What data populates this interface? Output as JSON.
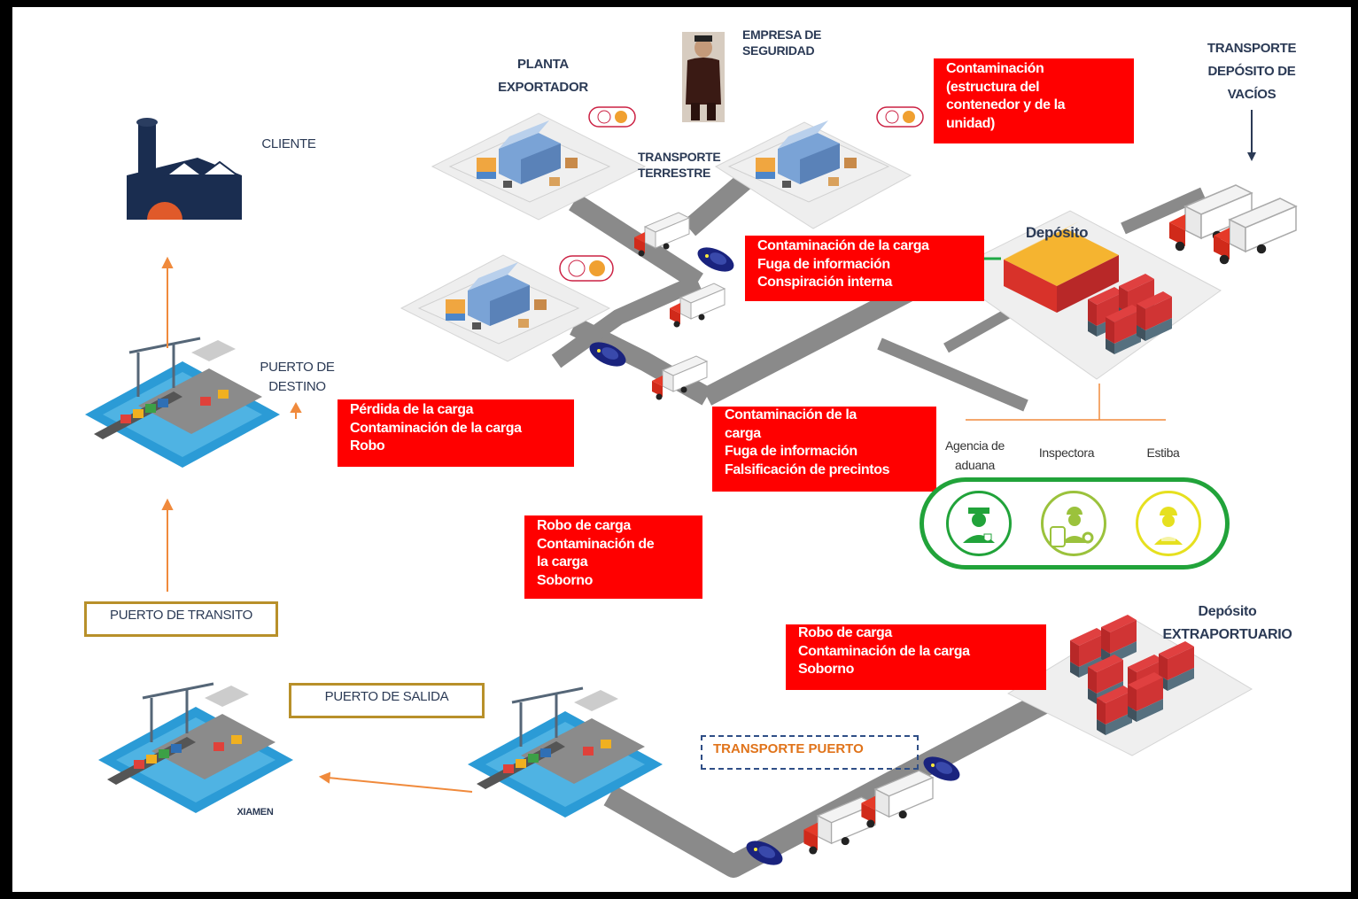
{
  "labels": {
    "empresa_seguridad": [
      "EMPRESA DE",
      "SEGURIDAD"
    ],
    "planta_exportador": [
      "PLANTA",
      "EXPORTADOR"
    ],
    "cliente": "CLIENTE",
    "transporte_terrestre": [
      "TRANSPORTE",
      "TERRESTRE"
    ],
    "transporte_deposito_vacios": [
      "TRANSPORTE",
      "DEPÓSITO DE",
      "VACÍOS"
    ],
    "deposito": "Depósito",
    "puerto_destino": [
      "PUERTO DE",
      "DESTINO"
    ],
    "agencia_aduana": [
      "Agencia de",
      "aduana"
    ],
    "inspectora": "Inspectora",
    "estiba": "Estiba",
    "deposito_extraportuario": [
      "Depósito",
      "EXTRAPORTUARIO"
    ],
    "puerto_transito": "PUERTO DE TRANSITO",
    "puerto_salida": "PUERTO DE SALIDA",
    "transporte_puerto": "TRANSPORTE PUERTO",
    "xiamen": "XIAMEN"
  },
  "risks": {
    "contenedor": [
      "Contaminación",
      "(estructura del",
      "contenedor y de la",
      "unidad)"
    ],
    "deposito_ruta": [
      "Contaminación de la carga",
      "Fuga de información",
      "Conspiración interna"
    ],
    "puerto_destino": [
      "Pérdida de la carga",
      "Contaminación de la carga",
      "Robo"
    ],
    "transporte_terrestre": [
      "Contaminación de la",
      "carga",
      "Fuga de información",
      "Falsificación de precintos"
    ],
    "puerto_salida": [
      "Robo de carga",
      "Contaminación de",
      "la carga",
      "Soborno"
    ],
    "extraportuario": [
      "Robo de carga",
      "Contaminación de la carga",
      "Soborno"
    ]
  },
  "colors": {
    "risk": "#ff0000",
    "label": "#2b3a55",
    "arrow": "#f08a3c",
    "roles_border": "#21a33a",
    "box_border": "#b8902a",
    "dash_border": "#2f4e86",
    "road": "#8a8a8a"
  },
  "icons": [
    "factory-icon",
    "security-guard-icon",
    "warehouse-icon",
    "truck-icon",
    "car-icon",
    "port-icon",
    "container-stack-icon",
    "customs-agent-icon",
    "inspector-icon",
    "stevedore-icon",
    "lock-badge-icon"
  ]
}
